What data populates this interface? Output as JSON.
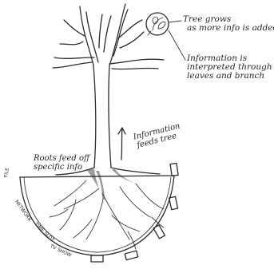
{
  "annotations": {
    "tree_grows": [
      "Tree grows",
      "as more info is added"
    ],
    "information_interpreted": [
      "Information is",
      "interpreted through",
      "leaves and branch"
    ],
    "information_feeds": [
      "Information",
      "feeds tree"
    ],
    "roots_feed": [
      "Roots feed off",
      "specific info"
    ]
  },
  "ground_labels": [
    "FILE",
    "NETWORK",
    "TIME SLOT",
    "TV SHOW"
  ],
  "colors": {
    "ink": "#2b2b2b",
    "paper": "#ffffff"
  }
}
